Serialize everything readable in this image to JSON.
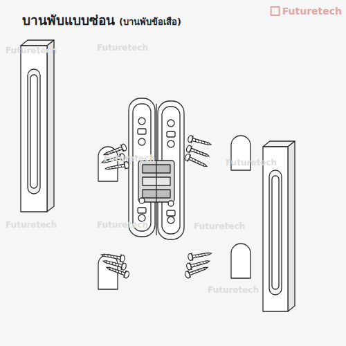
{
  "diagram": {
    "title": "บานพับแบบซ่อน",
    "labels": [
      "(บานพับข้อเสือ)",
      "Futuretech",
      "Futuretech",
      "Futuretech",
      "Futuretech",
      "Futuretech",
      "Futuretech",
      "Futuretech",
      "Futuretech",
      "Futuretech"
    ]
  }
}
